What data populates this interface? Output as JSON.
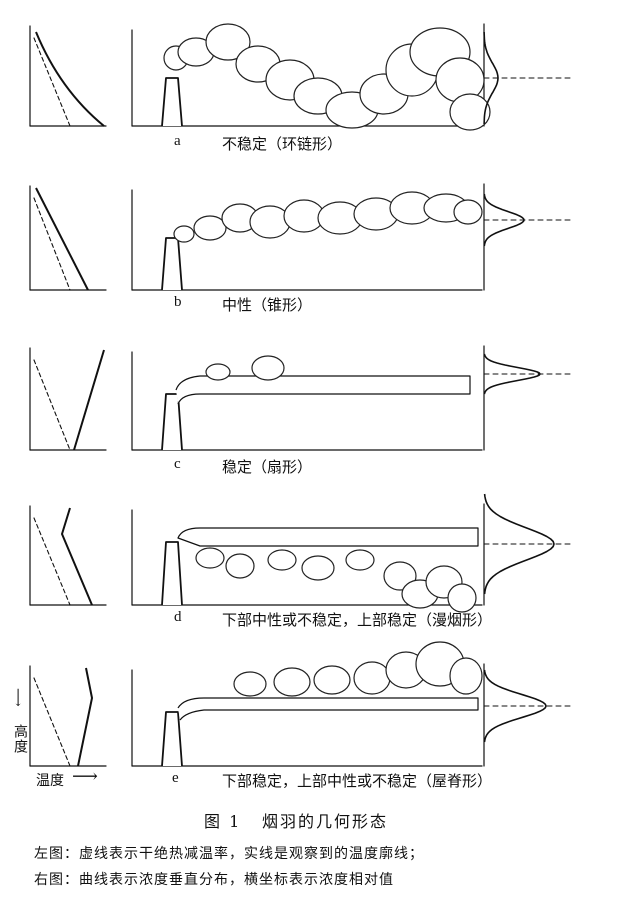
{
  "panels": [
    {
      "letter": "a",
      "caption": "不稳定（环链形）",
      "plume": "looping"
    },
    {
      "letter": "b",
      "caption": "中性（锥形）",
      "plume": "coning"
    },
    {
      "letter": "c",
      "caption": "稳定（扇形）",
      "plume": "fanning"
    },
    {
      "letter": "d",
      "caption": "下部中性或不稳定，上部稳定（漫烟形）",
      "plume": "fumigation"
    },
    {
      "letter": "e",
      "caption": "下部稳定，上部中性或不稳定（屋脊形）",
      "plume": "lofting"
    }
  ],
  "axis": {
    "height_label": "高度",
    "temp_label": "温度"
  },
  "figure": {
    "number": "图 1",
    "title": "烟羽的几何形态",
    "note_left": "左图：虚线表示干绝热减温率，实线是观察到的温度廓线；",
    "note_right": "右图：曲线表示浓度垂直分布，横坐标表示浓度相对值"
  }
}
